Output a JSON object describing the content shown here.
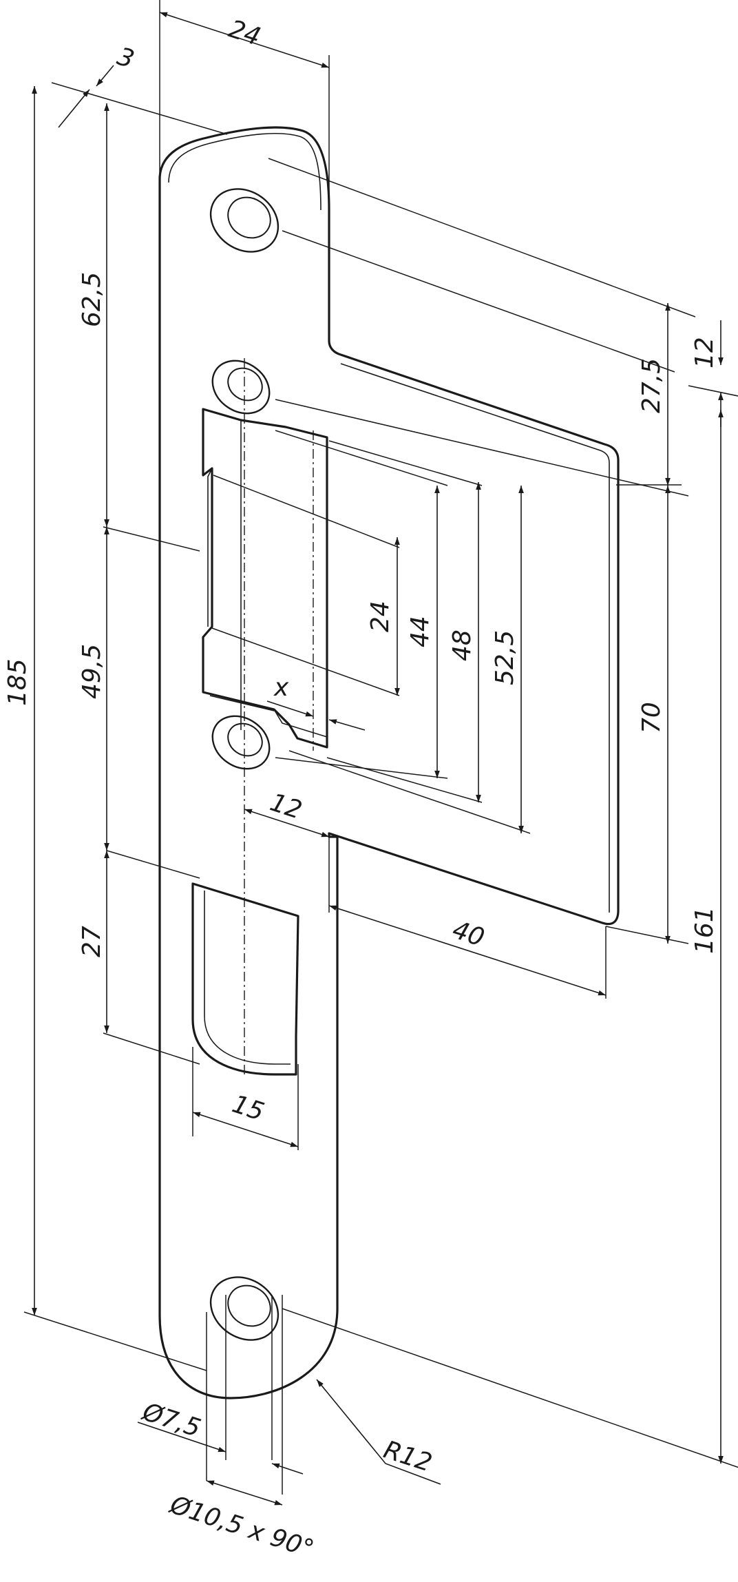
{
  "drawing": {
    "dimensions": {
      "width_top": "24",
      "thickness": "3",
      "d62_5": "62,5",
      "d49_5": "49,5",
      "d185": "185",
      "d27": "27",
      "d24_inner": "24",
      "d44": "44",
      "d48": "48",
      "d52_5": "52,5",
      "d70": "70",
      "d27_5": "27,5",
      "d12_right": "12",
      "d161": "161",
      "d12_offset": "12",
      "d40": "40",
      "d15": "15",
      "x": "x",
      "hole_dia": "Ø7,5",
      "countersink": "Ø10,5 x 90°",
      "radius": "R12"
    }
  }
}
